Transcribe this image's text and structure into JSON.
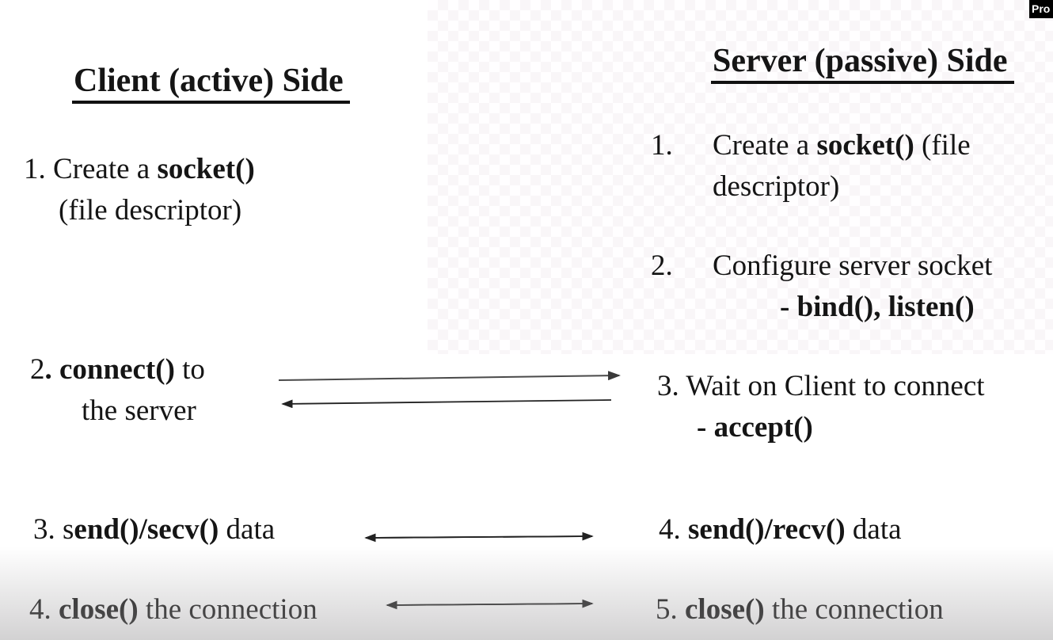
{
  "slide": {
    "watermark": "Pro",
    "colors": {
      "text": "#151515",
      "badge_bg": "#000000",
      "badge_text": "#ffffff",
      "arrow": "#222222"
    },
    "client": {
      "heading": "Client (active) Side",
      "steps": [
        {
          "line1_pre": "1. Create a ",
          "line1_bold": "socket()",
          "line2": "(file descriptor)"
        },
        {
          "line1_pre": "2",
          "line1_bold": ". connect()",
          "line1_post": " to",
          "line2": "the server"
        },
        {
          "pre": "3. s",
          "bold": "end()/secv()",
          "post": " data"
        },
        {
          "pre": "4. ",
          "bold": "close()",
          "post": " the connection"
        }
      ]
    },
    "server": {
      "heading": "Server (passive) Side",
      "steps": [
        {
          "num": "1.",
          "line1_pre": "Create a ",
          "line1_bold": "socket()",
          "line1_post": " (file",
          "line2": "descriptor)"
        },
        {
          "num": "2.",
          "line1": "Configure server socket",
          "line2_bold": "- bind(), listen()"
        },
        {
          "line1": "3. Wait on Client to connect",
          "line2_bold": "- accept()"
        },
        {
          "pre": "4. ",
          "bold": "send()/recv()",
          "post": " data"
        },
        {
          "pre": "5. ",
          "bold": "close()",
          "post": " the connection"
        }
      ]
    },
    "arrows": [
      {
        "name": "connect-request",
        "direction": "left-to-right"
      },
      {
        "name": "connect-response",
        "direction": "right-to-left"
      },
      {
        "name": "send-recv-data",
        "direction": "bidirectional"
      },
      {
        "name": "close-connection",
        "direction": "bidirectional"
      }
    ]
  }
}
